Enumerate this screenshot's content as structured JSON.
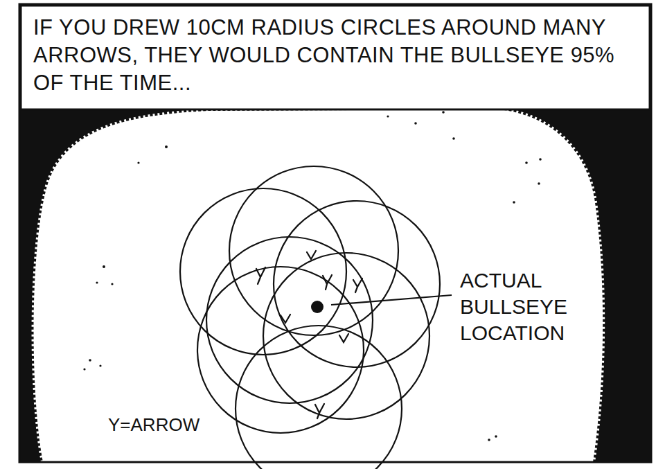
{
  "diagram": {
    "title": "IF YOU DREW 10CM RADIUS CIRCLES AROUND MANY ARROWS, THEY WOULD CONTAIN THE BULLSEYE 95% OF THE TIME...",
    "labels": [
      "ACTUAL BULLSEYE LOCATION",
      "Y=ARROW"
    ]
  }
}
